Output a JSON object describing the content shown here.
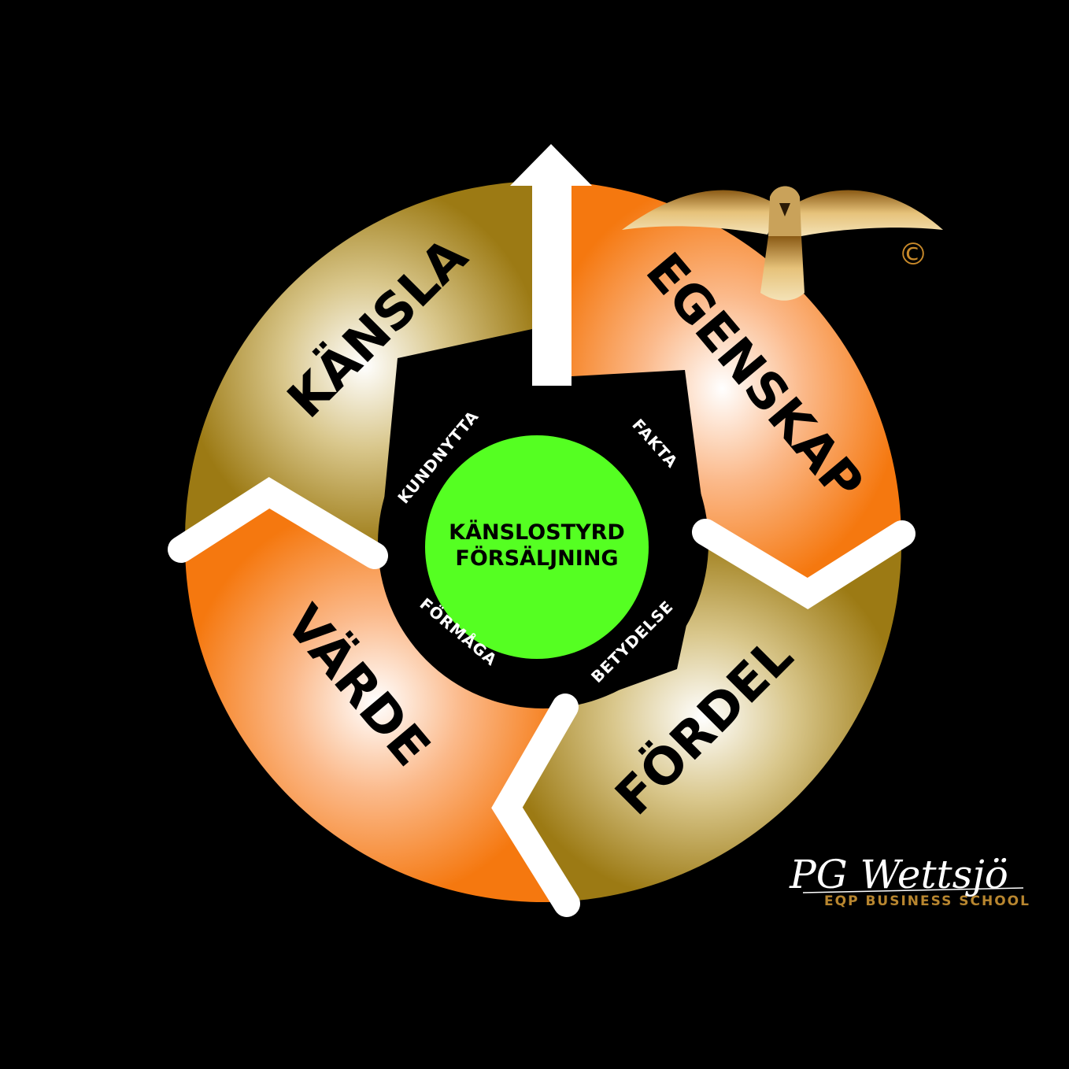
{
  "segments": {
    "kansla": "KÄNSLA",
    "egenskap": "EGENSKAP",
    "fordel": "FÖRDEL",
    "varde": "VÄRDE"
  },
  "ring_labels": {
    "kundnytta": "KUNDNYTTA",
    "fakta": "FAKTA",
    "betydelse": "BETYDELSE",
    "formaga": "FÖRMÅGA"
  },
  "center": {
    "line1": "KÄNSLOSTYRD",
    "line2": "FÖRSÄLJNING"
  },
  "branding": {
    "signature": "PG Wettsjö",
    "school": "EQP BUSINESS SCHOOL",
    "copyright": "©"
  },
  "icons": [
    "up-arrow-icon",
    "eagle-logo-icon"
  ],
  "colors": {
    "background": "#000000",
    "orange": "#f57a1f",
    "gold": "#a4821f",
    "center_green": "#55ff22",
    "arrow": "#ffffff"
  }
}
